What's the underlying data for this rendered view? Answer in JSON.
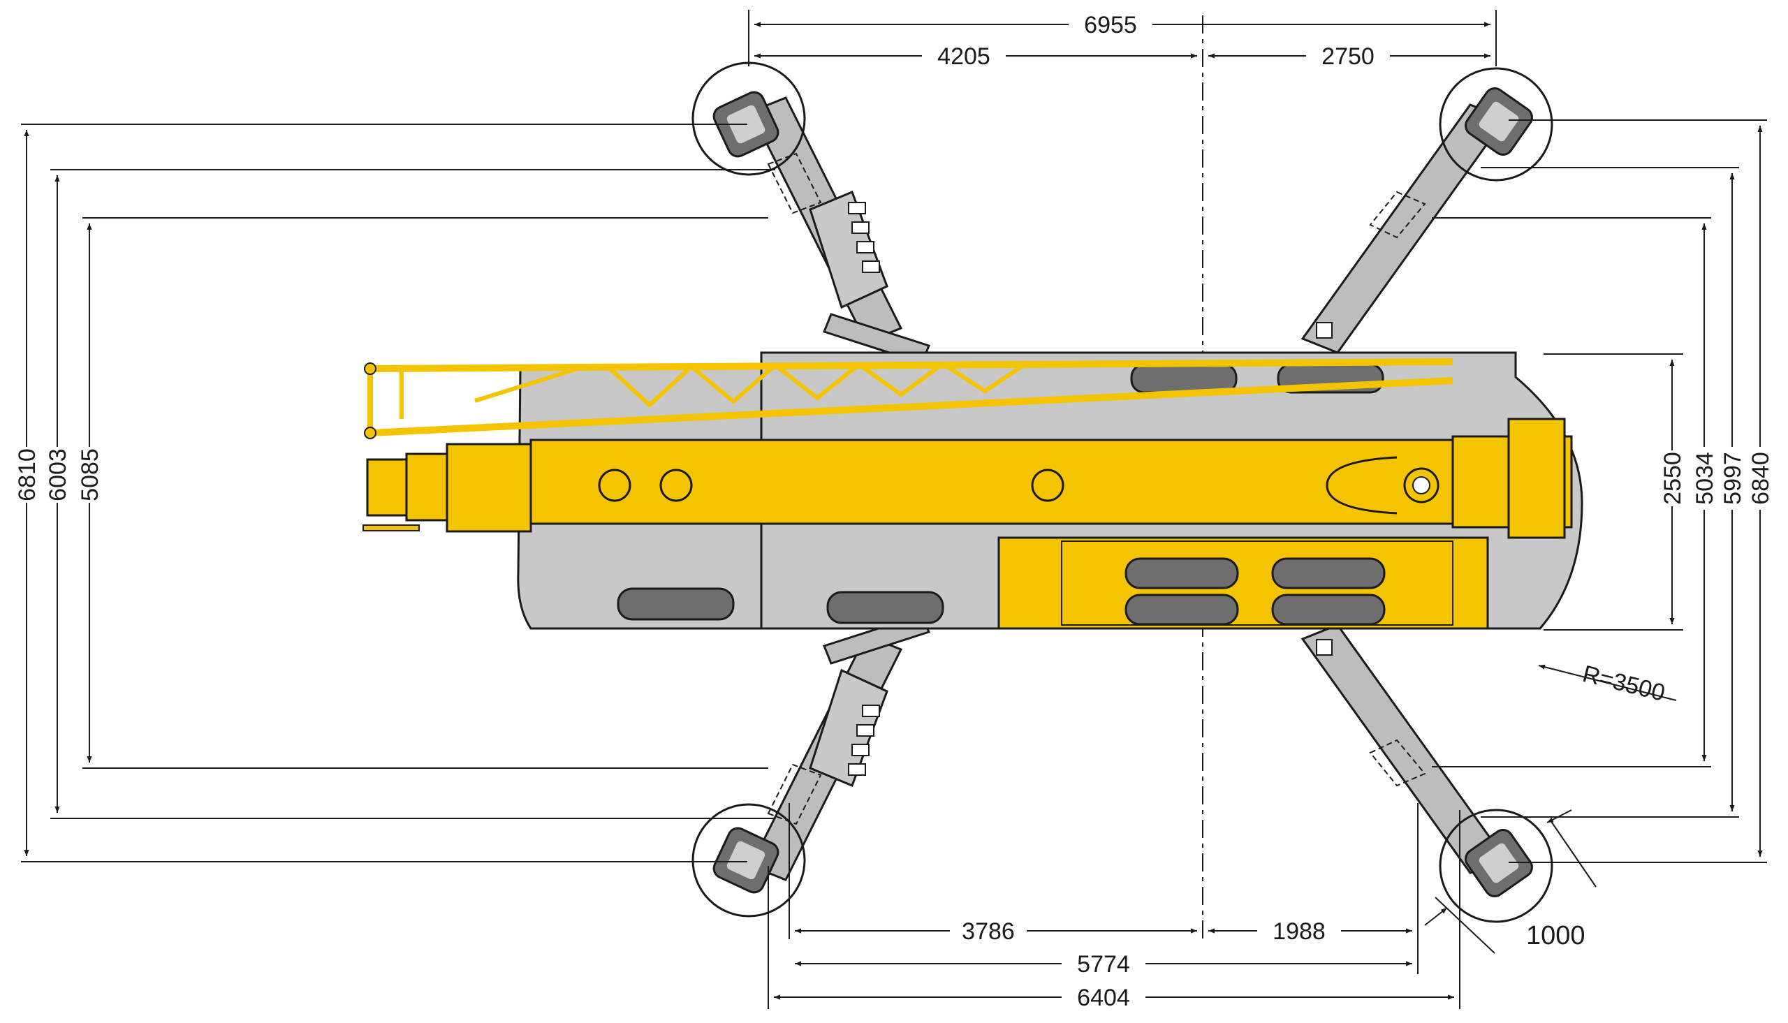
{
  "colors": {
    "boom": "#f5c400",
    "boom_edge": "#2a2a2a",
    "carrier": "#c8c8c8",
    "outrigger": "#bdbdbd",
    "tire": "#6e6e6e",
    "line": "#1a1a1a"
  },
  "top_dimensions": {
    "overall_width": "6955",
    "left_span": "4205",
    "right_span": "2750"
  },
  "bottom_dimensions": {
    "left_span": "3786",
    "right_span": "1988",
    "middle_total": "5774",
    "overall_total": "6404"
  },
  "left_dimensions": {
    "outer": "6810",
    "middle": "6003",
    "inner": "5085"
  },
  "right_dimensions": {
    "outer": "6840",
    "second": "5997",
    "third": "5034",
    "inner": "2550"
  },
  "annotations": {
    "tail_radius": "R=3500",
    "pad_size": "1000"
  },
  "icons": {
    "outrigger_pad": "outrigger-pad-icon",
    "boom": "telescopic-boom",
    "jib": "lattice-jib"
  }
}
